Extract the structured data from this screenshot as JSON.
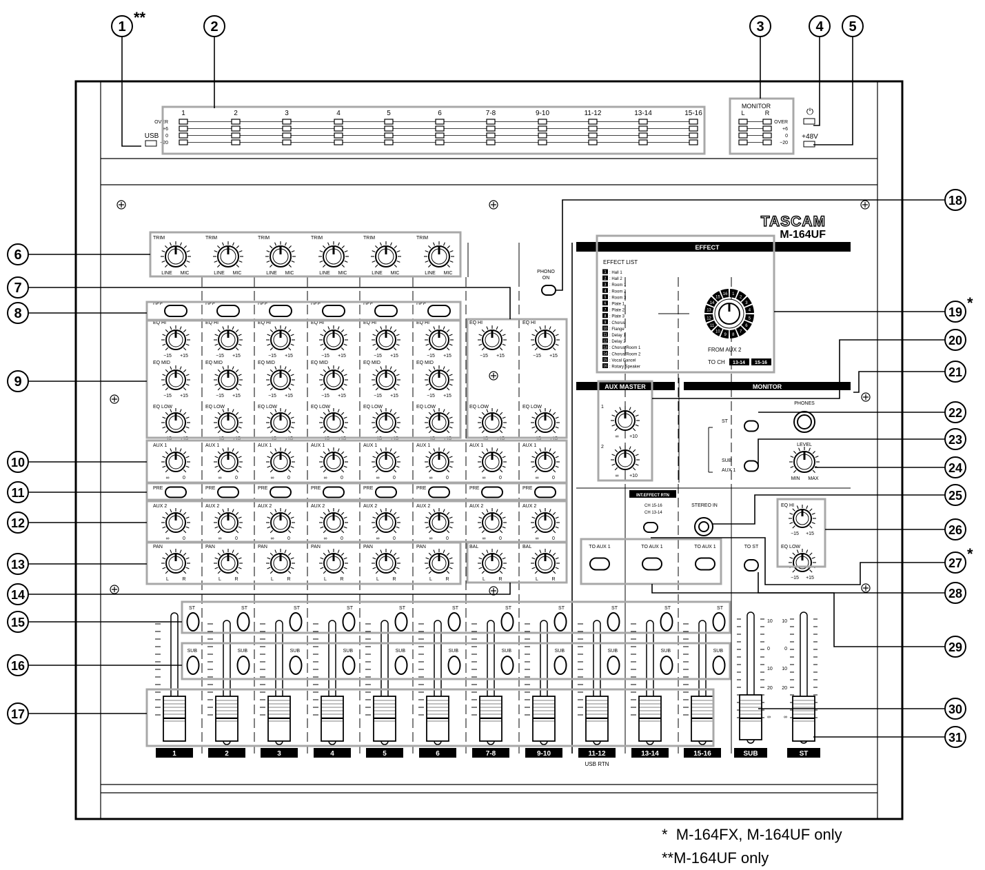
{
  "callouts": [
    {
      "num": "1",
      "mark": "**"
    },
    {
      "num": "2",
      "mark": ""
    },
    {
      "num": "3",
      "mark": ""
    },
    {
      "num": "4",
      "mark": ""
    },
    {
      "num": "5",
      "mark": ""
    },
    {
      "num": "6",
      "mark": ""
    },
    {
      "num": "7",
      "mark": ""
    },
    {
      "num": "8",
      "mark": ""
    },
    {
      "num": "9",
      "mark": ""
    },
    {
      "num": "10",
      "mark": ""
    },
    {
      "num": "11",
      "mark": ""
    },
    {
      "num": "12",
      "mark": ""
    },
    {
      "num": "13",
      "mark": ""
    },
    {
      "num": "14",
      "mark": ""
    },
    {
      "num": "15",
      "mark": ""
    },
    {
      "num": "16",
      "mark": ""
    },
    {
      "num": "17",
      "mark": ""
    },
    {
      "num": "18",
      "mark": ""
    },
    {
      "num": "19",
      "mark": "*"
    },
    {
      "num": "20",
      "mark": ""
    },
    {
      "num": "21",
      "mark": ""
    },
    {
      "num": "22",
      "mark": ""
    },
    {
      "num": "23",
      "mark": ""
    },
    {
      "num": "24",
      "mark": ""
    },
    {
      "num": "25",
      "mark": ""
    },
    {
      "num": "26",
      "mark": ""
    },
    {
      "num": "27",
      "mark": "*"
    },
    {
      "num": "28",
      "mark": ""
    },
    {
      "num": "29",
      "mark": ""
    },
    {
      "num": "30",
      "mark": ""
    },
    {
      "num": "31",
      "mark": ""
    }
  ],
  "meters": {
    "channels": [
      "1",
      "2",
      "3",
      "4",
      "5",
      "6",
      "7-8",
      "9-10",
      "11-12",
      "13-14",
      "15-16"
    ],
    "scale": [
      "OVER",
      "+6",
      "0",
      "−20"
    ],
    "usb_label": "USB",
    "monitor_title": "MONITOR",
    "monitor_lr": [
      "L",
      "R"
    ],
    "power_symbol": "⏻",
    "phantom_label": "+48V"
  },
  "brand": {
    "name": "TASCAM",
    "model": "M-164UF"
  },
  "channel_labels": {
    "trim": "TRIM",
    "line": "LINE",
    "mic": "MIC",
    "hpf": "HPF",
    "eq_hi": "EQ HI",
    "eq_mid": "EQ MID",
    "eq_low": "EQ LOW",
    "eq_min": "−15",
    "eq_max": "+15",
    "aux1": "AUX 1",
    "aux2": "AUX 2",
    "pre": "PRE",
    "aux_min": "∞",
    "aux_max": "0",
    "pan": "PAN",
    "bal": "BAL",
    "left": "L",
    "right": "R",
    "st": "ST",
    "sub": "SUB"
  },
  "strips": [
    "1",
    "2",
    "3",
    "4",
    "5",
    "6",
    "7-8",
    "9-10",
    "11-12",
    "13-14",
    "15-16",
    "SUB",
    "ST"
  ],
  "usb_rtn": "USB RTN",
  "phono": {
    "line1": "PHONO",
    "line2": "ON"
  },
  "effect": {
    "title": "EFFECT",
    "list_title": "EFFECT LIST",
    "items": [
      {
        "n": "1",
        "name": ": Hall 1"
      },
      {
        "n": "2",
        "name": ": Hall 2"
      },
      {
        "n": "3",
        "name": ": Room 1"
      },
      {
        "n": "4",
        "name": ": Room 2"
      },
      {
        "n": "5",
        "name": ": Room 3"
      },
      {
        "n": "6",
        "name": ": Plate 1"
      },
      {
        "n": "7",
        "name": ": Plate 2"
      },
      {
        "n": "8",
        "name": ": Plate 3"
      },
      {
        "n": "9",
        "name": ": Chorus"
      },
      {
        "n": "10",
        "name": ": Flange"
      },
      {
        "n": "11",
        "name": ": Delay 1"
      },
      {
        "n": "12",
        "name": ": Delay 2"
      },
      {
        "n": "13",
        "name": ": Chorus/Room 1"
      },
      {
        "n": "14",
        "name": ": Chorus/Room 2"
      },
      {
        "n": "15",
        "name": ": Vocal Cancel"
      },
      {
        "n": "16",
        "name": ": Rotary Speaker"
      }
    ],
    "from": "FROM AUX 2",
    "to_ch": "TO CH",
    "to_a": "13-14",
    "to_b": "15-16"
  },
  "aux_master": {
    "title": "AUX MASTER",
    "k1": "1",
    "k2": "2",
    "min": "∞",
    "max": "+10"
  },
  "monitor_sec": {
    "title": "MONITOR",
    "phones": "PHONES",
    "level": "LEVEL",
    "min": "MIN",
    "max": "MAX",
    "sw1_up": "ST",
    "sw2_up": "SUB",
    "sw2_down": "AUX 1"
  },
  "int_effect": {
    "title": "INT.EFFECT RTN",
    "up": "CH 15-16",
    "down": "CH 13-14"
  },
  "stereo_in": "STEREO IN",
  "to_aux1": "TO AUX 1",
  "to_st": "TO ST",
  "fader_scale": [
    "10",
    "0",
    "10",
    "20",
    "∞"
  ],
  "footnotes": [
    {
      "mark": "*",
      "text": "M-164FX, M-164UF only"
    },
    {
      "mark": "**",
      "text": "M-164UF only"
    }
  ]
}
